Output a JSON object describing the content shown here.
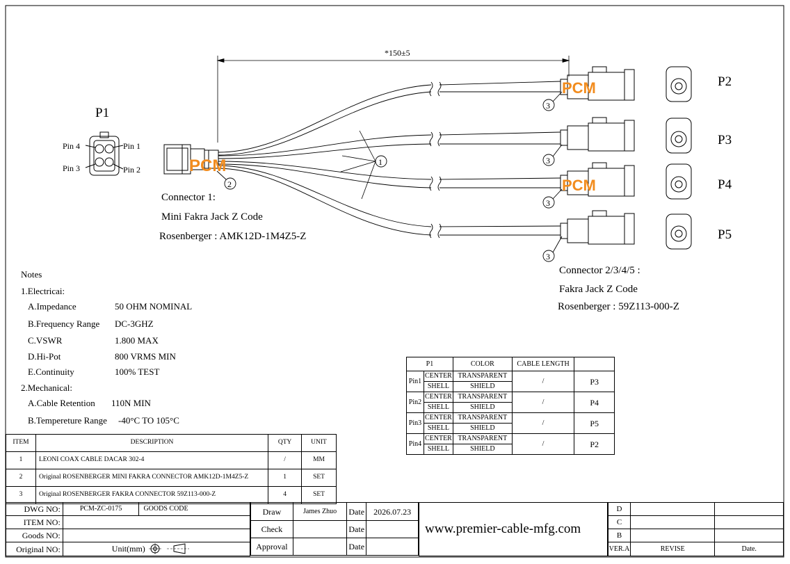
{
  "drawing": {
    "dimension": "*150±5",
    "watermark": "PCM",
    "balloons": {
      "b1": "1",
      "b2": "2",
      "b3": "3"
    },
    "p1_label": "P1",
    "p1_pins": {
      "pin1": "Pin 1",
      "pin2": "Pin 2",
      "pin3": "Pin 3",
      "pin4": "Pin 4"
    },
    "connector1": {
      "line1": "Connector 1:",
      "line2": "Mini Fakra Jack Z Code",
      "line3": "Rosenberger : AMK12D-1M4Z5-Z"
    },
    "connector2": {
      "line1": "Connector 2/3/4/5 :",
      "line2": "Fakra Jack Z Code",
      "line3": "Rosenberger : 59Z113-000-Z"
    },
    "right_labels": [
      "P2",
      "P3",
      "P4",
      "P5"
    ]
  },
  "notes": {
    "title": "Notes",
    "electrical_heading": "1.Electricai:",
    "electrical": [
      {
        "key": "A.Impedance",
        "value": "50 OHM NOMINAL"
      },
      {
        "key": "B.Frequency Range",
        "value": "DC-3GHZ"
      },
      {
        "key": "C.VSWR",
        "value": "1.800 MAX"
      },
      {
        "key": "D.Hi-Pot",
        "value": "800 VRMS MIN"
      },
      {
        "key": "E.Continuity",
        "value": "100% TEST"
      }
    ],
    "mechanical_heading": "2.Mechanical:",
    "mechanical": [
      {
        "key": "A.Cable Retention",
        "value": "110N MIN"
      },
      {
        "key": "B.Tempereture Range",
        "value": "-40°C TO 105°C"
      }
    ]
  },
  "pin_table": {
    "headers": [
      "P1",
      "COLOR",
      "CABLE LENGTH"
    ],
    "rows": [
      {
        "pin": "Pin1",
        "center": "CENTER",
        "shell": "SHELL",
        "color1": "TRANSPARENT",
        "color2": "SHIELD",
        "length": "/",
        "to": "P3"
      },
      {
        "pin": "Pin2",
        "center": "CENTER",
        "shell": "SHELL",
        "color1": "TRANSPARENT",
        "color2": "SHIELD",
        "length": "/",
        "to": "P4"
      },
      {
        "pin": "Pin3",
        "center": "CENTER",
        "shell": "SHELL",
        "color1": "TRANSPARENT",
        "color2": "SHIELD",
        "length": "/",
        "to": "P5"
      },
      {
        "pin": "Pin4",
        "center": "CENTER",
        "shell": "SHELL",
        "color1": "TRANSPARENT",
        "color2": "SHIELD",
        "length": "/",
        "to": "P2"
      }
    ]
  },
  "bom": {
    "headers": [
      "ITEM",
      "DESCRIPTION",
      "QTY",
      "UNIT"
    ],
    "rows": [
      {
        "item": "1",
        "desc": "LEONI COAX CABLE DACAR 302-4",
        "qty": "/",
        "unit": "MM"
      },
      {
        "item": "2",
        "desc": "Original ROSENBERGER MINI FAKRA CONNECTOR AMK12D-1M4Z5-Z",
        "qty": "1",
        "unit": "SET"
      },
      {
        "item": "3",
        "desc": "Original ROSENBERGER FAKRA CONNECTOR 59Z113-000-Z",
        "qty": "4",
        "unit": "SET"
      }
    ]
  },
  "title_block": {
    "dwg_no_label": "DWG NO:",
    "dwg_no": "PCM-ZC-0175",
    "goods_code_label": "GOODS CODE",
    "item_no_label": "ITEM NO:",
    "goods_no_label": "Goods NO:",
    "original_no_label": "Original NO:",
    "unit_label": "Unit(mm)",
    "draw_label": "Draw",
    "drawer": "James Zhuo",
    "date_label": "Date",
    "date": "2026.07.23",
    "check_label": "Check",
    "approval_label": "Approval",
    "website": "www.premier-cable-mfg.com",
    "revisions": [
      "D",
      "C",
      "B"
    ],
    "ver_label": "VER.A",
    "revise_label": "REVISE",
    "date_col_label": "Date."
  }
}
